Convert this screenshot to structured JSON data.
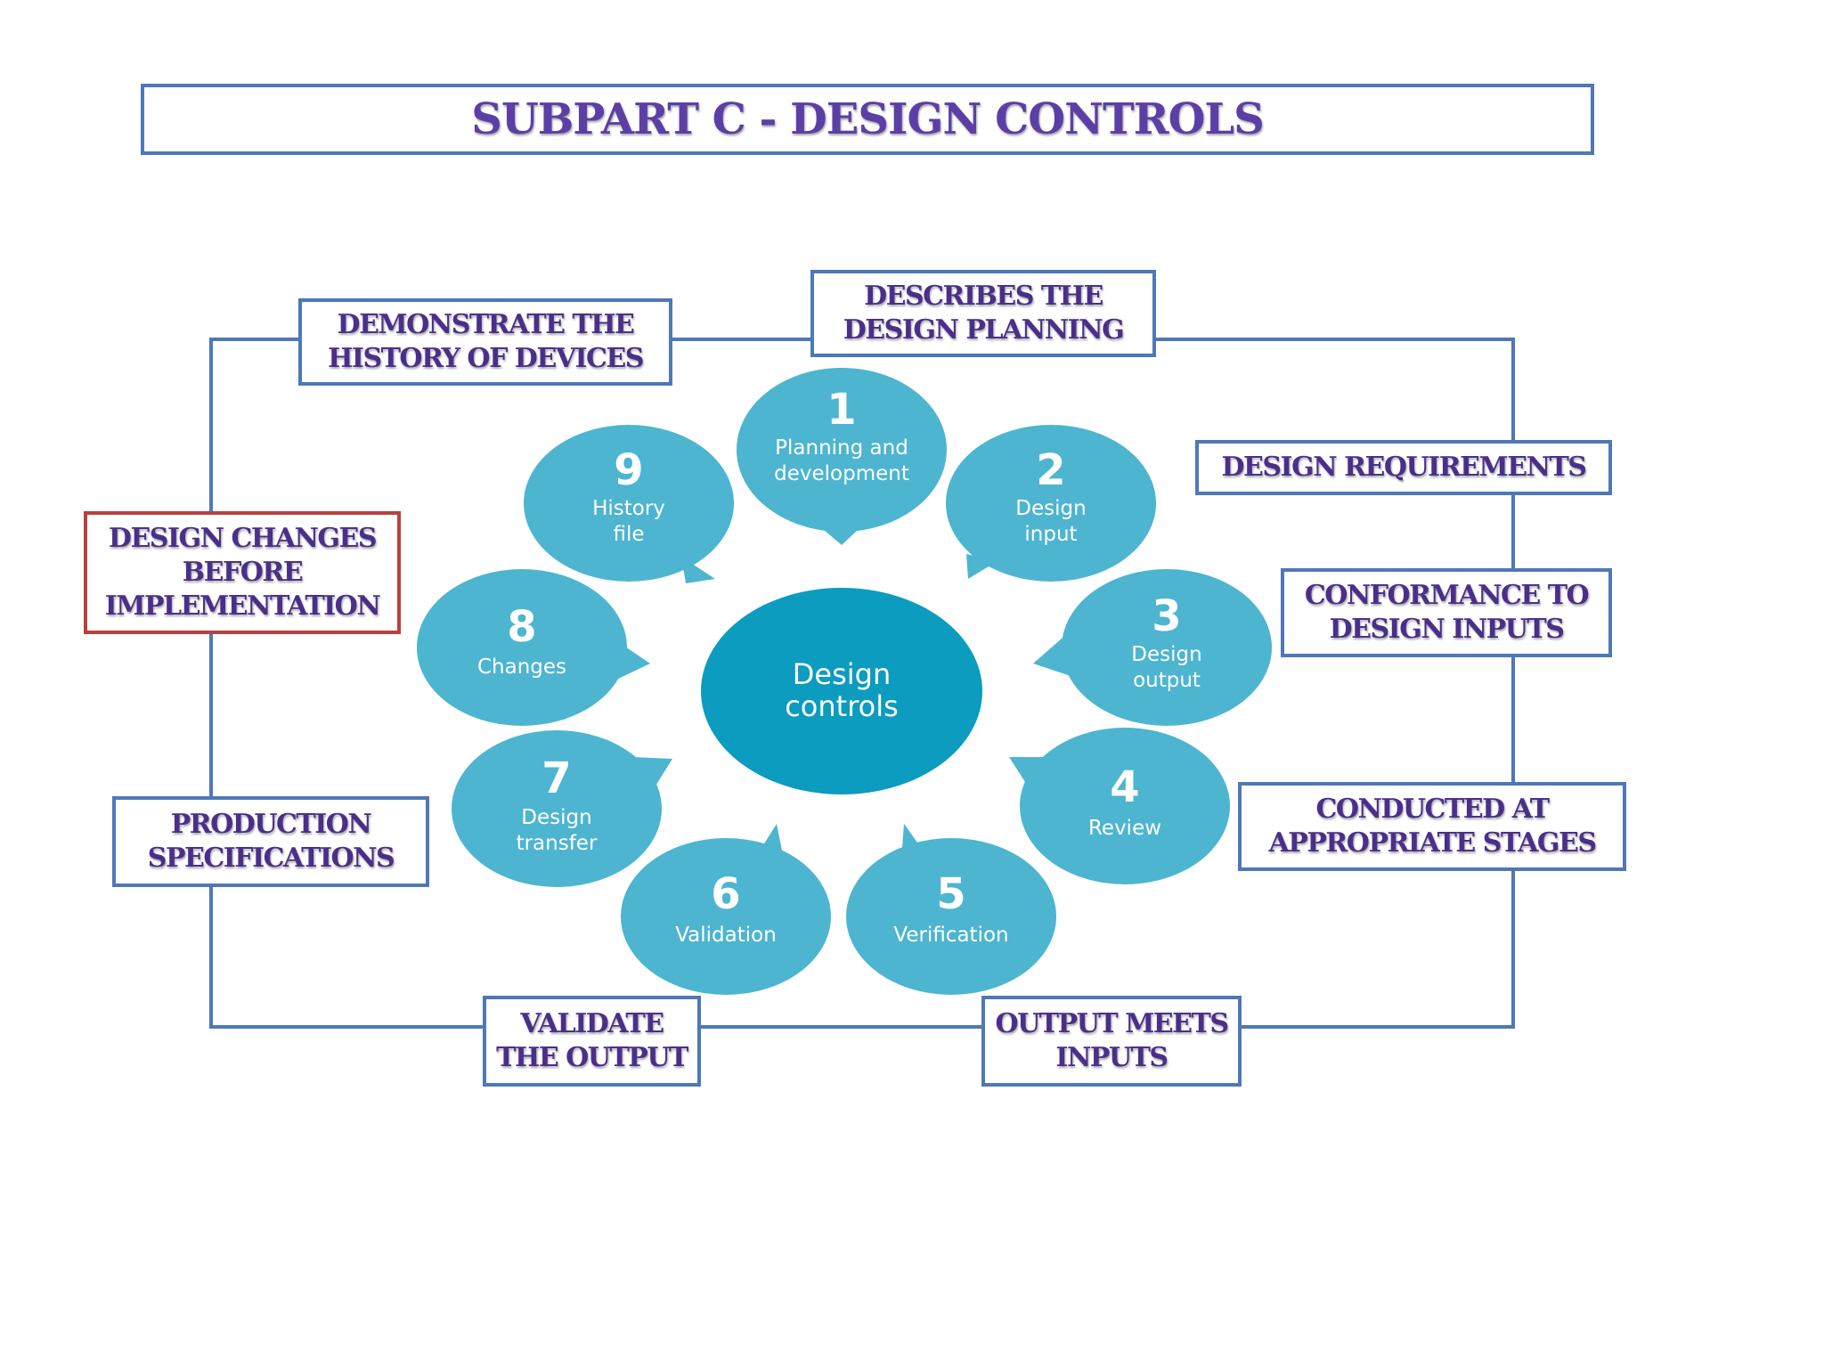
{
  "title": "SUBPART C - DESIGN CONTROLS",
  "colors": {
    "frame_border": "#4e78b8",
    "highlight_border": "#b8413f",
    "label_text": "#4a2f8a",
    "title_text": "#5b3fa6",
    "bubble_fill": "#4db5d0",
    "center_fill": "#0b9cbf"
  },
  "center": {
    "line1": "Design",
    "line2": "controls"
  },
  "steps": [
    {
      "number": "1",
      "line1": "Planning and",
      "line2": "development"
    },
    {
      "number": "2",
      "line1": "Design",
      "line2": "input"
    },
    {
      "number": "3",
      "line1": "Design",
      "line2": "output"
    },
    {
      "number": "4",
      "line1": "Review",
      "line2": ""
    },
    {
      "number": "5",
      "line1": "Verification",
      "line2": ""
    },
    {
      "number": "6",
      "line1": "Validation",
      "line2": ""
    },
    {
      "number": "7",
      "line1": "Design",
      "line2": "transfer"
    },
    {
      "number": "8",
      "line1": "Changes",
      "line2": ""
    },
    {
      "number": "9",
      "line1": "History",
      "line2": "file"
    }
  ],
  "labels": {
    "history_of_devices": "DEMONSTRATE THE\nHISTORY OF DEVICES",
    "design_planning": "DESCRIBES THE\nDESIGN PLANNING",
    "design_requirements": "DESIGN REQUIREMENTS",
    "conformance": "CONFORMANCE TO\nDESIGN INPUTS",
    "appropriate_stages": "CONDUCTED AT\nAPPROPRIATE STAGES",
    "output_meets_inputs": "OUTPUT MEETS\nINPUTS",
    "validate_output": "VALIDATE\nTHE OUTPUT",
    "production_specs": "PRODUCTION\nSPECIFICATIONS",
    "design_changes": "DESIGN CHANGES\nBEFORE\nIMPLEMENTATION"
  }
}
